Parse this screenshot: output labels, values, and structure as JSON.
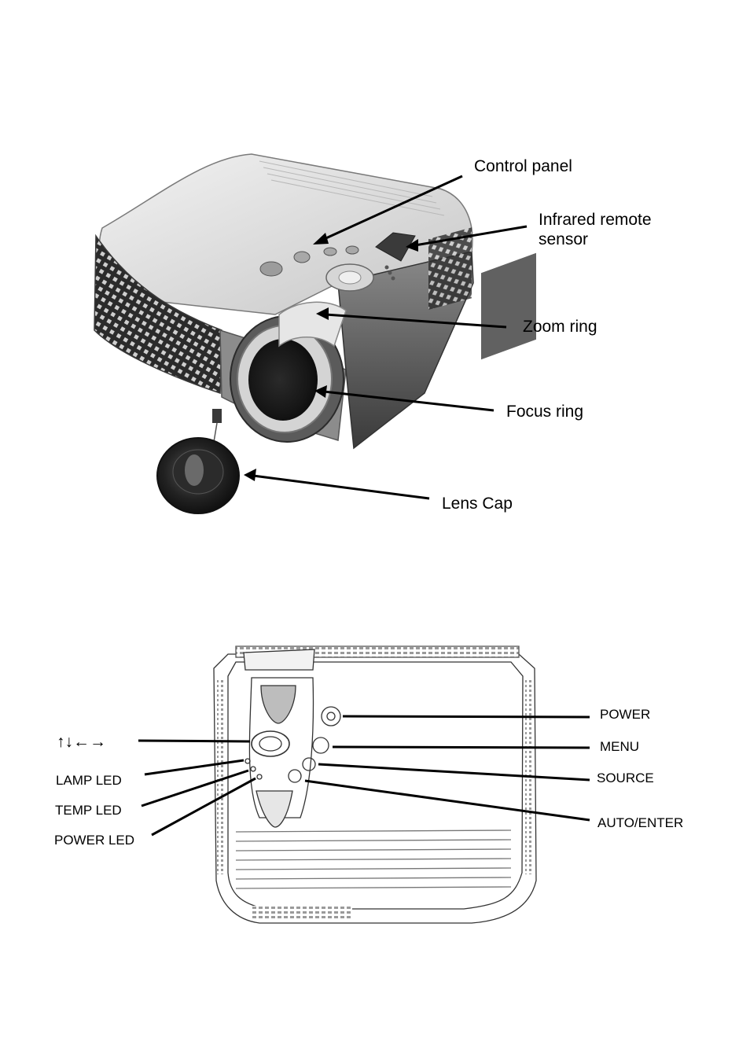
{
  "figure_top": {
    "labels": {
      "control_panel": "Control panel",
      "infrared_sensor_line1": "Infrared remote",
      "infrared_sensor_line2": "sensor",
      "zoom_ring": "Zoom ring",
      "focus_ring": "Focus ring",
      "lens_cap": "Lens Cap"
    }
  },
  "figure_bottom": {
    "labels": {
      "arrow_keys": "↑↓←→",
      "lamp_led": "LAMP LED",
      "temp_led": "TEMP LED",
      "power_led": "POWER LED",
      "power": "POWER",
      "menu": "MENU",
      "source": "SOURCE",
      "auto_enter": "AUTO/ENTER"
    }
  },
  "colors": {
    "ink": "#000000",
    "body_light": "#d9d9d9",
    "body_mid": "#a6a6a6",
    "body_dark": "#4a4a4a"
  }
}
